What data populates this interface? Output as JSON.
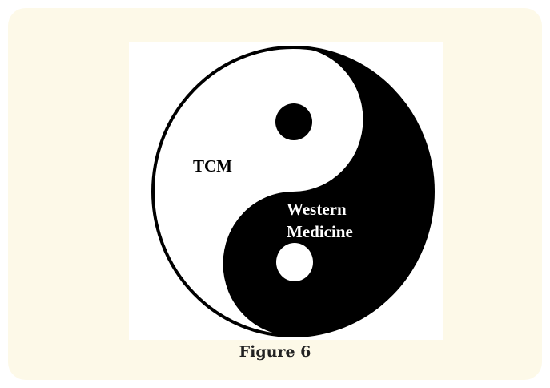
{
  "figure": {
    "left_label": "TCM",
    "right_label_line1": "Western",
    "right_label_line2": "Medicine",
    "caption": "Figure 6"
  },
  "colors": {
    "card_background": "#fdf9e8",
    "yin": "#000000",
    "yang": "#ffffff",
    "caption_text": "#222222"
  }
}
